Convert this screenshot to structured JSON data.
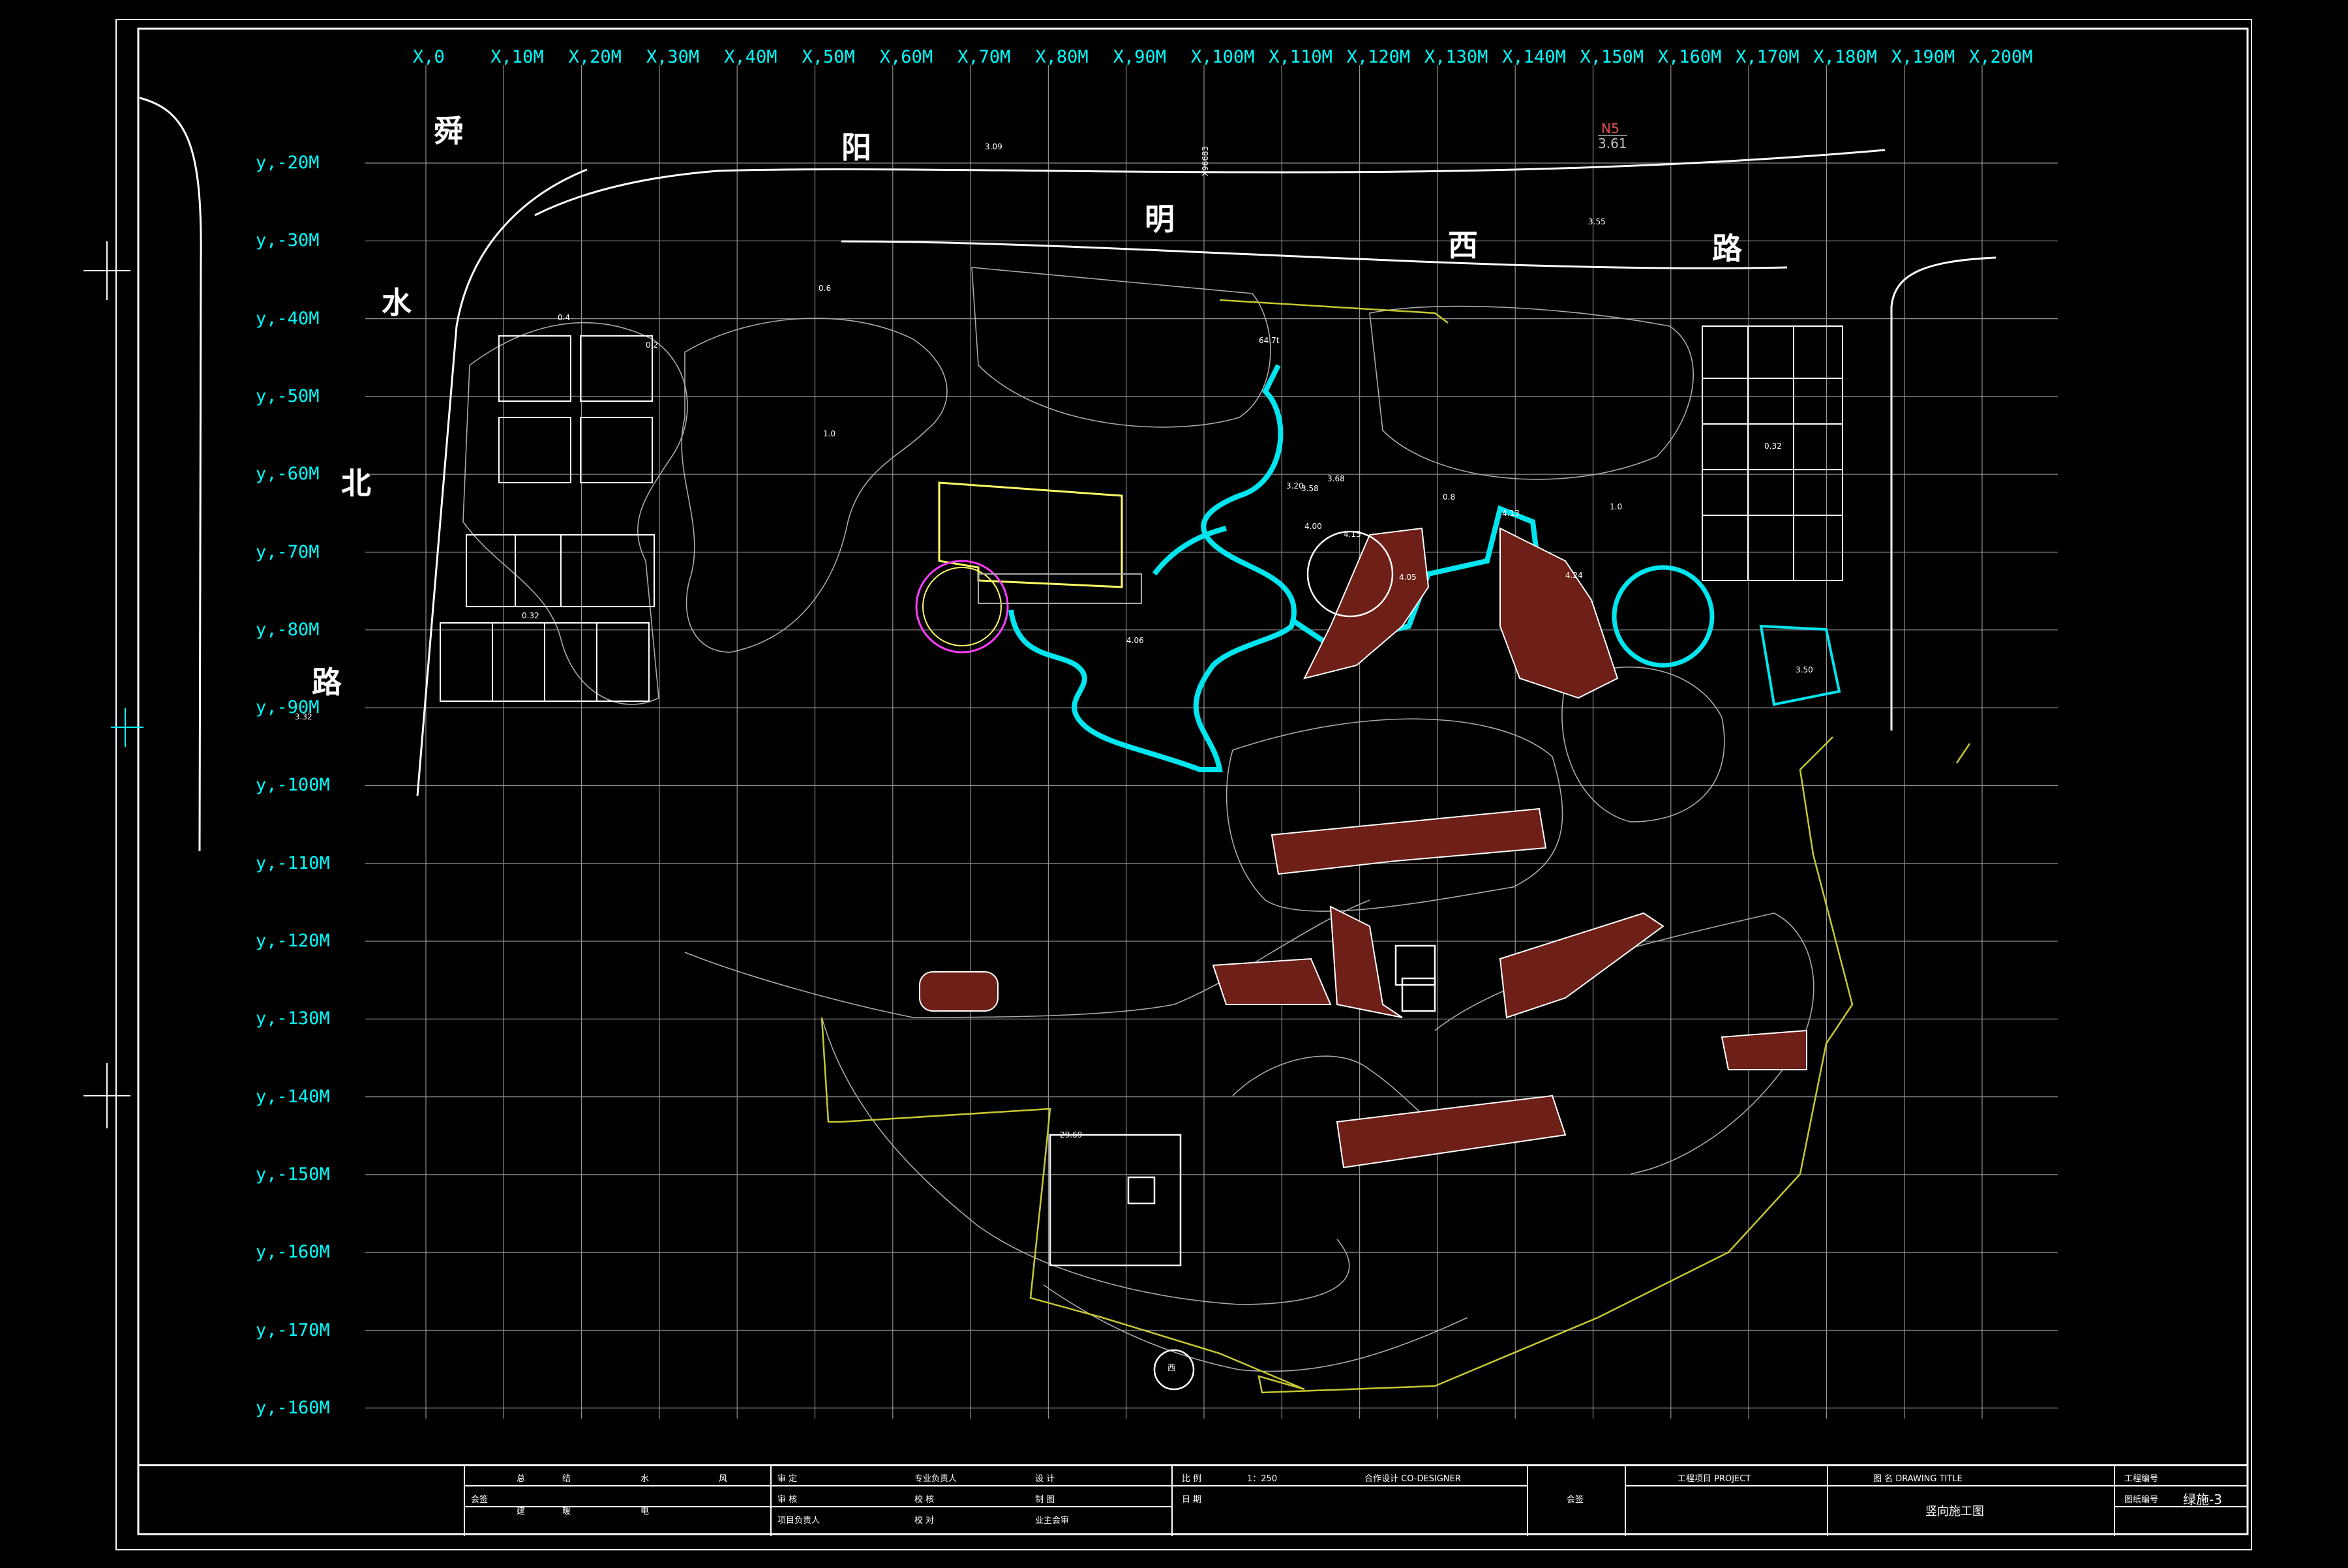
{
  "x_axis_labels": [
    "X,0",
    "X,10M",
    "X,20M",
    "X,30M",
    "X,40M",
    "X,50M",
    "X,60M",
    "X,70M",
    "X,80M",
    "X,90M",
    "X,100M",
    "X,110M",
    "X,120M",
    "X,130M",
    "X,140M",
    "X,150M",
    "X,160M",
    "X,170M",
    "X,180M",
    "X,190M",
    "X,200M"
  ],
  "y_axis_labels": [
    "y,-20M",
    "y,-30M",
    "y,-40M",
    "y,-50M",
    "y,-60M",
    "y,-70M",
    "y,-80M",
    "y,-90M",
    "y,-100M",
    "y,-110M",
    "y,-120M",
    "y,-130M",
    "y,-140M",
    "y,-150M",
    "y,-160M",
    "y,-170M",
    "y,-160M"
  ],
  "roads": {
    "west": [
      "舜",
      "水",
      "北",
      "路"
    ],
    "north": [
      "阳",
      "明",
      "西",
      "路"
    ]
  },
  "elevations": {
    "n5_label": "N5",
    "n5_value": "3.61",
    "e1": "3.09",
    "e2": "3.55",
    "e3": "3.32",
    "e4": "64.7t",
    "e5": "3.20",
    "e6": "3.58",
    "e7": "3.68",
    "e8": "4.00",
    "e9": "4.15",
    "e10": "4.05",
    "e11": "4.06",
    "e12": "0.32",
    "e13": "0.32",
    "e14": "3.50",
    "e15": "29.69",
    "e16": "4.13",
    "e17": "4.24",
    "contour_1": "0.4",
    "contour_2": "0.2",
    "contour_3": "0.6",
    "contour_4": "1.0",
    "contour_5": "0.8",
    "contour_6": "1.0",
    "road_code": "X96683",
    "round_mark": "西"
  },
  "title_block": {
    "sign_label": "会签",
    "col_a": "总",
    "col_b": "结",
    "col_c": "水",
    "col_d": "风",
    "col_e": "建",
    "col_f": "暖",
    "col_g": "电",
    "audit": "审 定",
    "review": "审 核",
    "proj_lead": "项目负责人",
    "spec_lead": "专业负责人",
    "check": "校 核",
    "proof": "校 对",
    "design": "设 计",
    "draw": "制 图",
    "owner": "业主会审",
    "scale_label": "比 例",
    "scale_value": "1：250",
    "date_label": "日 期",
    "codesign": "合作设计 CO-DESIGNER",
    "sign2": "会签",
    "project": "工程项目 PROJECT",
    "drawing_name_label": "图 名 DRAWING TITLE",
    "drawing_title": "竖向施工图",
    "project_no": "工程编号",
    "drawing_no_label": "图纸编号",
    "drawing_no": "绿施-3"
  }
}
